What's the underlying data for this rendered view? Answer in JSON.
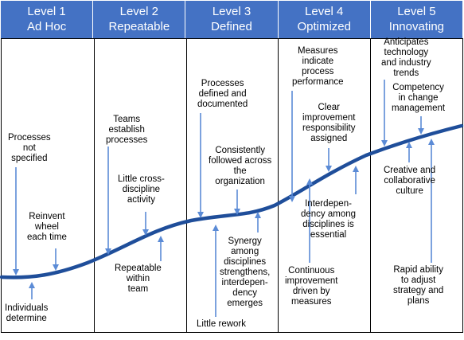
{
  "levels": [
    {
      "num": "Level 1",
      "name": "Ad Hoc"
    },
    {
      "num": "Level 2",
      "name": "Repeatable"
    },
    {
      "num": "Level 3",
      "name": "Defined"
    },
    {
      "num": "Level 4",
      "name": "Optimized"
    },
    {
      "num": "Level 5",
      "name": "Innovating"
    }
  ],
  "colors": {
    "header": "#4472c4",
    "curve": "#1f4e9a",
    "arrow": "#5b8bd6"
  },
  "labels": {
    "processes_not_specified": "Processes\nnot\nspecified",
    "reinvent_wheel": "Reinvent\nwheel\neach time",
    "individuals_determine": "Individuals\ndetermine",
    "teams_establish": "Teams\nestablish\nprocesses",
    "little_cross_discipline": "Little cross-\ndiscipline\nactivity",
    "repeatable_within_team": "Repeatable\nwithin\nteam",
    "processes_defined": "Processes\ndefined and\ndocumented",
    "consistently_followed": "Consistently\nfollowed across\nthe\norganization",
    "synergy": "Synergy\namong\ndisciplines\nstrengthens,\ninterdepen-\ndency\nemerges",
    "little_rework": "Little rework",
    "measures_indicate": "Measures\nindicate\nprocess\nperformance",
    "clear_improvement": "Clear\nimprovement\nresponsibility\nassigned",
    "interdependency": "Interdepen-\ndency among\ndisciplines is\nessential",
    "continuous_improvement": "Continuous\nimprovement\ndriven by\nmeasures",
    "anticipates": "Anticipates\ntechnology\nand industry\ntrends",
    "competency": "Competency\nin change\nmanagement",
    "creative": "Creative and\ncollaborative\nculture",
    "rapid_ability": "Rapid ability\nto adjust\nstrategy and\nplans"
  }
}
